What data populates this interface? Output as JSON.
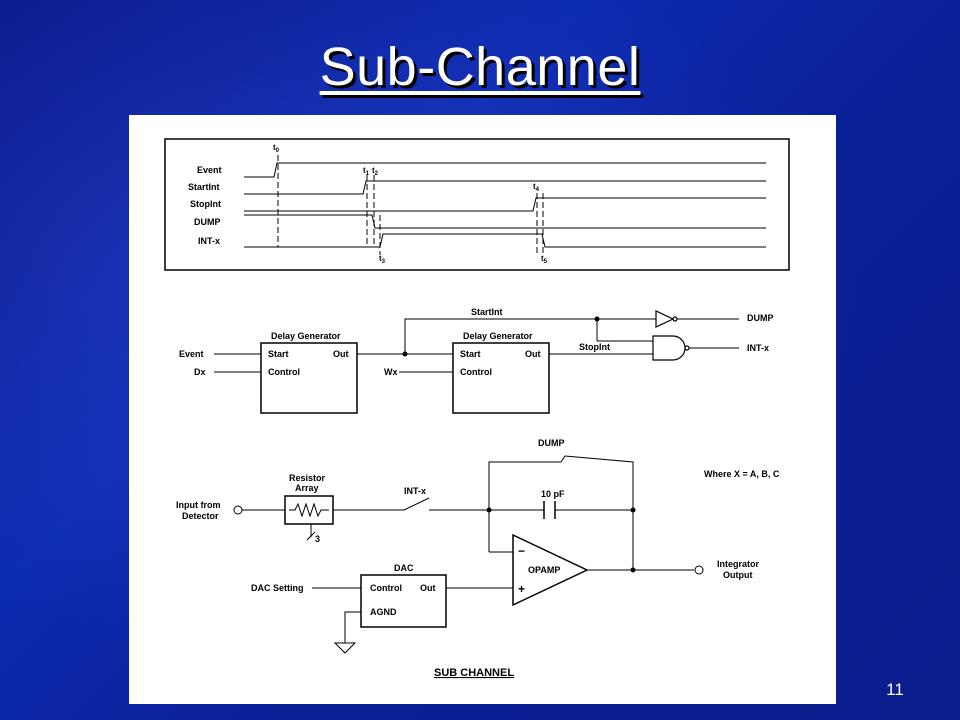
{
  "slide": {
    "title": "Sub-Channel",
    "page_number": "11"
  },
  "timing": {
    "signals": [
      "Event",
      "StartInt",
      "StopInt",
      "DUMP",
      "INT-x"
    ],
    "times": {
      "t0": "t",
      "t0_sub": "0",
      "t1": "t",
      "t1_sub": "1",
      "t2": "t",
      "t2_sub": "2",
      "t3": "t",
      "t3_sub": "3",
      "t4": "t",
      "t4_sub": "4",
      "t5": "t",
      "t5_sub": "5"
    }
  },
  "logic": {
    "delay1_title": "Delay Generator",
    "delay2_title": "Delay Generator",
    "start": "Start",
    "out": "Out",
    "control": "Control",
    "event_in": "Event",
    "dx_in": "Dx",
    "wx_in": "Wx",
    "startint": "StartInt",
    "stopint": "StopInt",
    "dump_out": "DUMP",
    "intx_out": "INT-x"
  },
  "circuit": {
    "dump_switch": "DUMP",
    "resistor_label_1": "Resistor",
    "resistor_label_2": "Array",
    "resistor_count": "3",
    "input_label_1": "Input from",
    "input_label_2": "Detector",
    "intx_switch": "INT-x",
    "capacitor": "10 pF",
    "opamp": "OPAMP",
    "opamp_minus": "−",
    "opamp_plus": "+",
    "output_label_1": "Integrator",
    "output_label_2": "Output",
    "dac_title": "DAC",
    "dac_control": "Control",
    "dac_out": "Out",
    "dac_agnd": "AGND",
    "dac_setting": "DAC Setting",
    "note": "Where X = A, B, C",
    "caption": "SUB CHANNEL"
  }
}
